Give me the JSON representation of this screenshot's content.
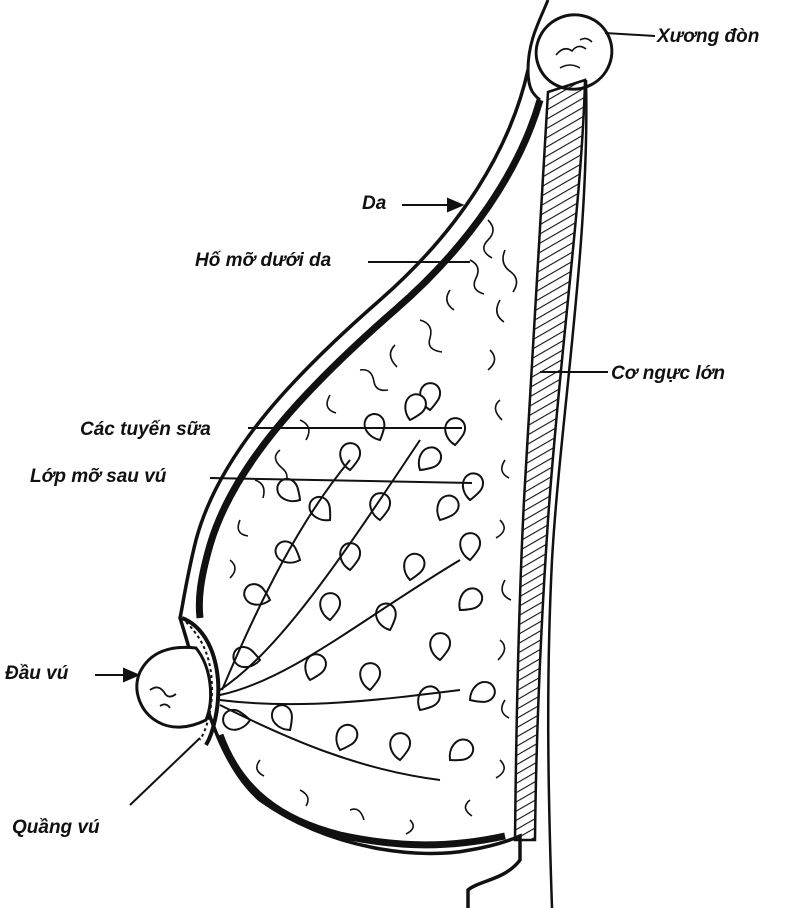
{
  "labels": {
    "clavicle": "Xương đòn",
    "skin": "Da",
    "subcutaneous_fat": "Hố mỡ dưới da",
    "pectoralis_major": "Cơ ngực lớn",
    "mammary_glands": "Các tuyến sữa",
    "retromammary_fat": "Lớp mỡ sau vú",
    "nipple": "Đầu vú",
    "areola": "Quầng vú"
  },
  "colors": {
    "ink": "#111111",
    "background": "#ffffff"
  }
}
